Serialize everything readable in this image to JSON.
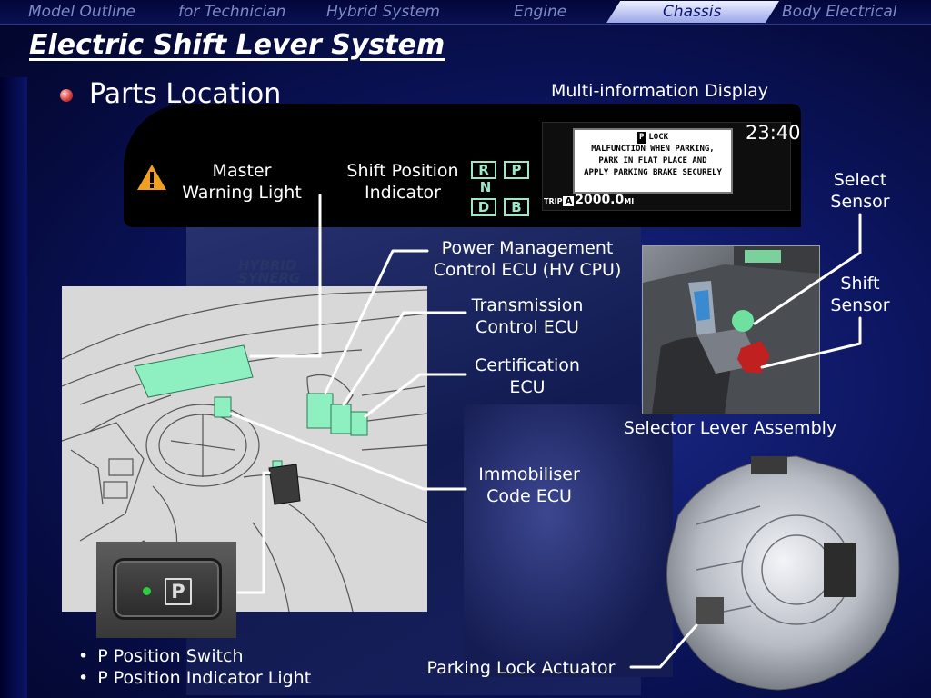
{
  "nav": {
    "items": [
      "Model Outline",
      "for Technician",
      "Hybrid System",
      "Engine",
      "Chassis",
      "Body Electrical"
    ],
    "active": "Chassis"
  },
  "title": "Electric Shift Lever System",
  "section": "Parts Location",
  "labels": {
    "multi_info_display": "Multi-information Display",
    "master_warning_line1": "Master",
    "master_warning_line2": "Warning Light",
    "shift_position_line1": "Shift Position",
    "shift_position_line2": "Indicator",
    "select_sensor_line1": "Select",
    "select_sensor_line2": "Sensor",
    "shift_sensor_line1": "Shift",
    "shift_sensor_line2": "Sensor",
    "power_mgmt_line1": "Power Management",
    "power_mgmt_line2": "Control ECU (HV CPU)",
    "transmission_line1": "Transmission",
    "transmission_line2": "Control ECU",
    "certification_line1": "Certification",
    "certification_line2": "ECU",
    "immobiliser_line1": "Immobiliser",
    "immobiliser_line2": "Code ECU",
    "selector_lever_assembly": "Selector Lever Assembly",
    "parking_lock_actuator": "Parking Lock Actuator"
  },
  "display": {
    "clock": "23:40",
    "lock_code": "P",
    "lock_word": "LOCK",
    "message_lines": [
      "MALFUNCTION WHEN PARKING,",
      "PARK IN FLAT PLACE AND",
      "APPLY PARKING BRAKE SECURELY"
    ],
    "trip_label": "TRIP",
    "trip_letter": "A",
    "trip_value": "2000.0",
    "trip_unit": "MI"
  },
  "shift_indicator": {
    "letters": [
      "R",
      "P",
      "N",
      "D",
      "B"
    ]
  },
  "pswitch": {
    "p_label": "P"
  },
  "hybrid_badge": [
    "HYBRID",
    "SYNERG"
  ],
  "bullets": [
    "P Position Switch",
    "P Position Indicator Light"
  ],
  "colors": {
    "background": "#000033",
    "nav_text": "#7c8ac8",
    "nav_active_bg": "#c8d0f8",
    "nav_active_text": "#0a1470",
    "label_text": "#ffffff",
    "callout_line": "#ffffff",
    "ecu_highlight": "#8ef0c0",
    "warning_icon": "#f0a020",
    "led_green": "#2ecc40"
  },
  "icons": {
    "bullet": "red-sphere-bullet-icon",
    "warning": "warning-triangle-icon"
  }
}
